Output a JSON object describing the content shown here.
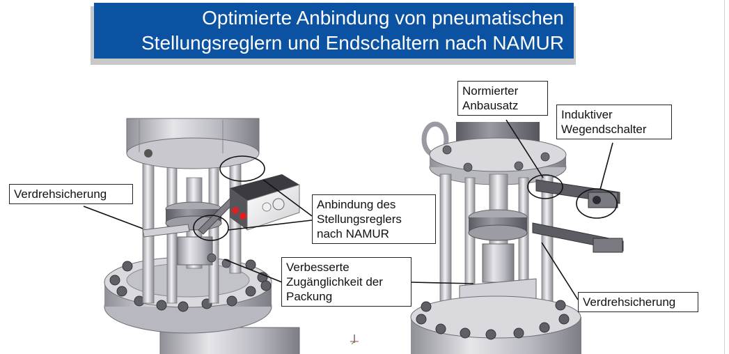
{
  "title": {
    "line1": "Optimierte Anbindung von pneumatischen",
    "line2": "Stellungsreglern und Endschaltern nach NAMUR"
  },
  "labels": {
    "verdrehsicherung_left": "Verdrehsicherung",
    "anbindung": [
      "Anbindung des",
      "Stellungsreglers",
      "nach NAMUR"
    ],
    "verbesserte": [
      "Verbesserte",
      "Zugänglichkeit der",
      "Packung"
    ],
    "normierter": [
      "Normierter",
      "Anbausatz"
    ],
    "induktiver": [
      "Induktiver",
      "Wegendschalter"
    ],
    "verdrehsicherung_right": "Verdrehsicherung"
  },
  "colors": {
    "title_bg": "#0b52a3",
    "metal": "#c9c9cf",
    "metal_dark": "#8e8e96",
    "actuator_red": "#e02020"
  }
}
